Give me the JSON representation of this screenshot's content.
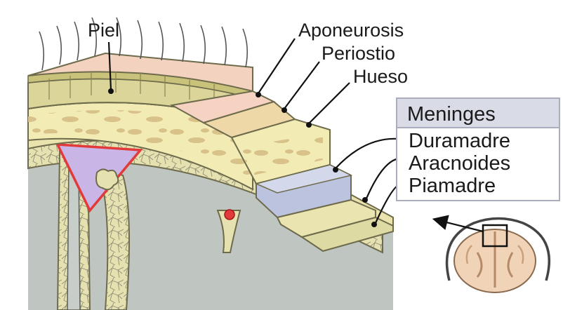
{
  "labels": {
    "skin": "Piel",
    "aponeurosis": "Aponeurosis",
    "periosteum": "Periostio",
    "bone": "Hueso",
    "meninges_title": "Meninges",
    "dura": "Duramadre",
    "arachnoid": "Aracnoides",
    "pia": "Piamadre"
  },
  "colors": {
    "skin_surface": "#f3d3c0",
    "dermis": "#dcd59a",
    "aponeurosis": "#f6d2c2",
    "periosteum": "#efd8a8",
    "bone": "#f2ecb4",
    "bone_marrow": "#d8c28a",
    "dura": "#bcc3de",
    "arachnoid": "#e9e4b0",
    "pia": "#dedaa4",
    "brain": "#bfc6c2",
    "sinus": "#c9b6e6",
    "vessel": "#e23a3a",
    "meninges_box": "#d9dce6"
  },
  "icons": [
    "brain-section-thumbnail-icon",
    "zoom-box-icon",
    "arrow-icon"
  ]
}
